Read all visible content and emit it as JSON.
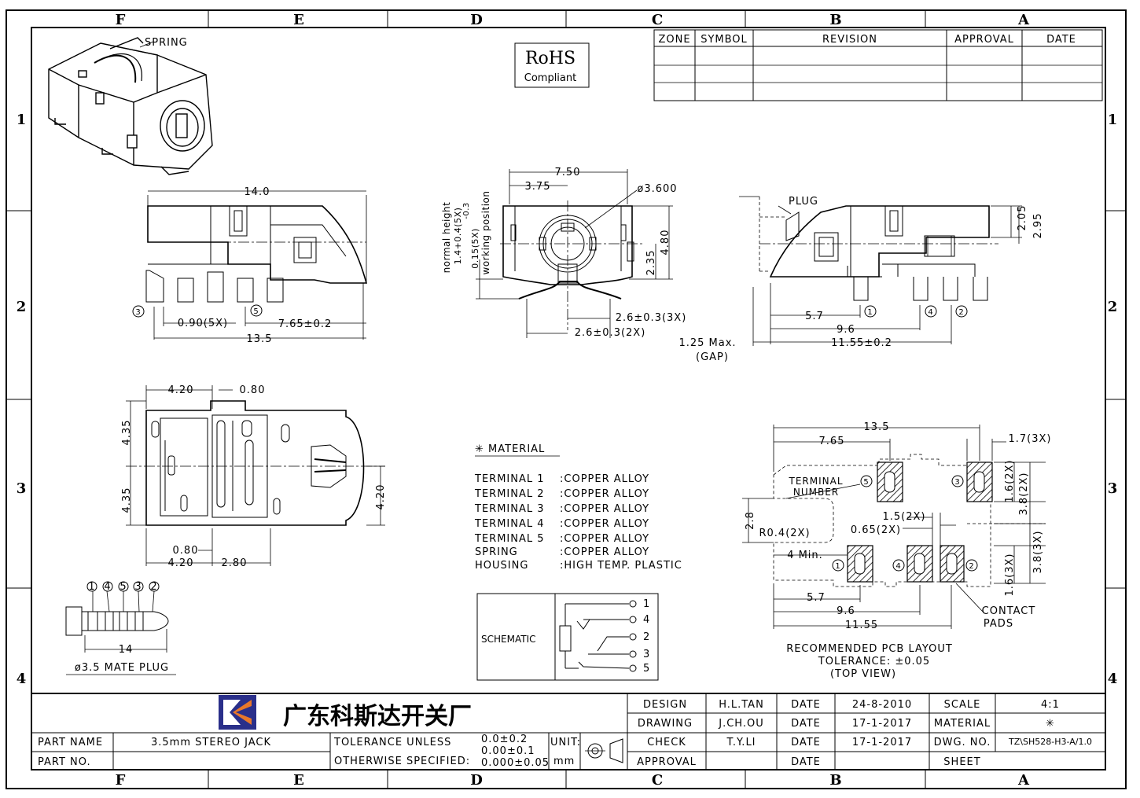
{
  "zones": {
    "columns": [
      "F",
      "E",
      "D",
      "C",
      "B",
      "A"
    ],
    "rows": [
      "1",
      "2",
      "3",
      "4"
    ]
  },
  "revision_table": {
    "headers": [
      "ZONE",
      "SYMBOL",
      "REVISION",
      "APPROVAL",
      "DATE"
    ]
  },
  "rohs": {
    "title": "RoHS",
    "subtitle": "Compliant"
  },
  "iso_view": {
    "spring_label": "SPRING"
  },
  "side_view": {
    "dim_overall": "14.0",
    "dim_pitch": "0.90(5X)",
    "dim_right": "7.65±0.2",
    "dim_bottom": "13.5",
    "term_a": "3",
    "term_b": "5"
  },
  "front_view": {
    "dim_width": "7.50",
    "dim_half": "3.75",
    "dim_dia": "ø3.600",
    "dim_height": "4.80",
    "dim_center": "2.35",
    "dim_t1": "2.6±0.3(3X)",
    "dim_t2": "2.6±0.3(2X)",
    "vlabel_1": "normal height",
    "vlabel_2": "1.4+0.4(5X)",
    "vlabel_3": "-0.3",
    "vlabel_4": "0.15(5X)",
    "vlabel_5": "working position"
  },
  "right_view": {
    "plug_label": "PLUG",
    "dim_top1": "2.05",
    "dim_top2": "2.95",
    "dim_57": "5.7",
    "dim_96": "9.6",
    "dim_1155": "11.55±0.2",
    "gap_label": "1.25 Max.",
    "gap_note": "(GAP)",
    "term_1": "1",
    "term_4": "4",
    "term_2": "2"
  },
  "top_view": {
    "dim_420a": "4.20",
    "dim_080a": "0.80",
    "dim_435a": "4.35",
    "dim_435b": "4.35",
    "dim_420r": "4.20",
    "dim_080b": "0.80",
    "dim_420b": "4.20",
    "dim_280": "2.80"
  },
  "material": {
    "title": "✳ MATERIAL",
    "rows": [
      {
        "item": "TERMINAL 1",
        "value": ":COPPER ALLOY"
      },
      {
        "item": "TERMINAL 2",
        "value": ":COPPER ALLOY"
      },
      {
        "item": "TERMINAL 3",
        "value": ":COPPER ALLOY"
      },
      {
        "item": "TERMINAL 4",
        "value": ":COPPER ALLOY"
      },
      {
        "item": "TERMINAL 5",
        "value": ":COPPER ALLOY"
      },
      {
        "item": "SPRING",
        "value": ":COPPER ALLOY"
      },
      {
        "item": "HOUSING",
        "value": ":HIGH TEMP. PLASTIC"
      }
    ]
  },
  "schematic": {
    "label": "SCHEMATIC",
    "pins": [
      "1",
      "4",
      "2",
      "3",
      "5"
    ]
  },
  "mate_plug": {
    "order": [
      "1",
      "4",
      "5",
      "3",
      "2"
    ],
    "dim": "14",
    "title": "ø3.5 MATE PLUG"
  },
  "pcb": {
    "dim_135": "13.5",
    "dim_765": "7.65",
    "dim_17": "1.7(3X)",
    "dim_16a": "1.6(2X)",
    "dim_38a": "3.8(2X)",
    "terminal_number_1": "TERMINAL",
    "terminal_number_2": "NUMBER",
    "dim_28": "2.8",
    "dim_r04": "R0.4(2X)",
    "dim_15": "1.5(2X)",
    "dim_065": "0.65(2X)",
    "dim_4min": "4 Min.",
    "dim_16b": "1.6(3X)",
    "dim_38b": "3.8(3X)",
    "dim_57": "5.7",
    "dim_96": "9.6",
    "dim_1155": "11.55",
    "contact_1": "CONTACT",
    "contact_2": "PADS",
    "note_1": "RECOMMENDED PCB LAYOUT",
    "note_2": "TOLERANCE: ±0.05",
    "note_3": "(TOP VIEW)",
    "pad_5": "5",
    "pad_3": "3",
    "pad_1": "1",
    "pad_4": "4",
    "pad_2": "2"
  },
  "title_block": {
    "company": "广东科斯达开关厂",
    "part_name_label": "PART NAME",
    "part_name": "3.5mm STEREO JACK",
    "part_no_label": "PART NO.",
    "tol_1": "TOLERANCE UNLESS",
    "tol_2": "OTHERWISE SPECIFIED:",
    "tol_v1": "0.0±0.2",
    "tol_v2": "0.00±0.1",
    "tol_v3": "0.000±0.05",
    "unit_label": "UNIT:",
    "unit": "mm",
    "design_label": "DESIGN",
    "design": "H.L.TAN",
    "design_date": "24-8-2010",
    "drawing_label": "DRAWING",
    "drawing": "J.CH.OU",
    "drawing_date": "17-1-2017",
    "check_label": "CHECK",
    "check": "T.Y.LI",
    "check_date": "17-1-2017",
    "approval_label": "APPROVAL",
    "date_label": "DATE",
    "scale_label": "SCALE",
    "scale": "4:1",
    "material_label": "MATERIAL",
    "material": "✳",
    "dwg_label": "DWG. NO.",
    "dwg": "TZ\\SH528-H3-A/1.0",
    "sheet_label": "SHEET"
  }
}
